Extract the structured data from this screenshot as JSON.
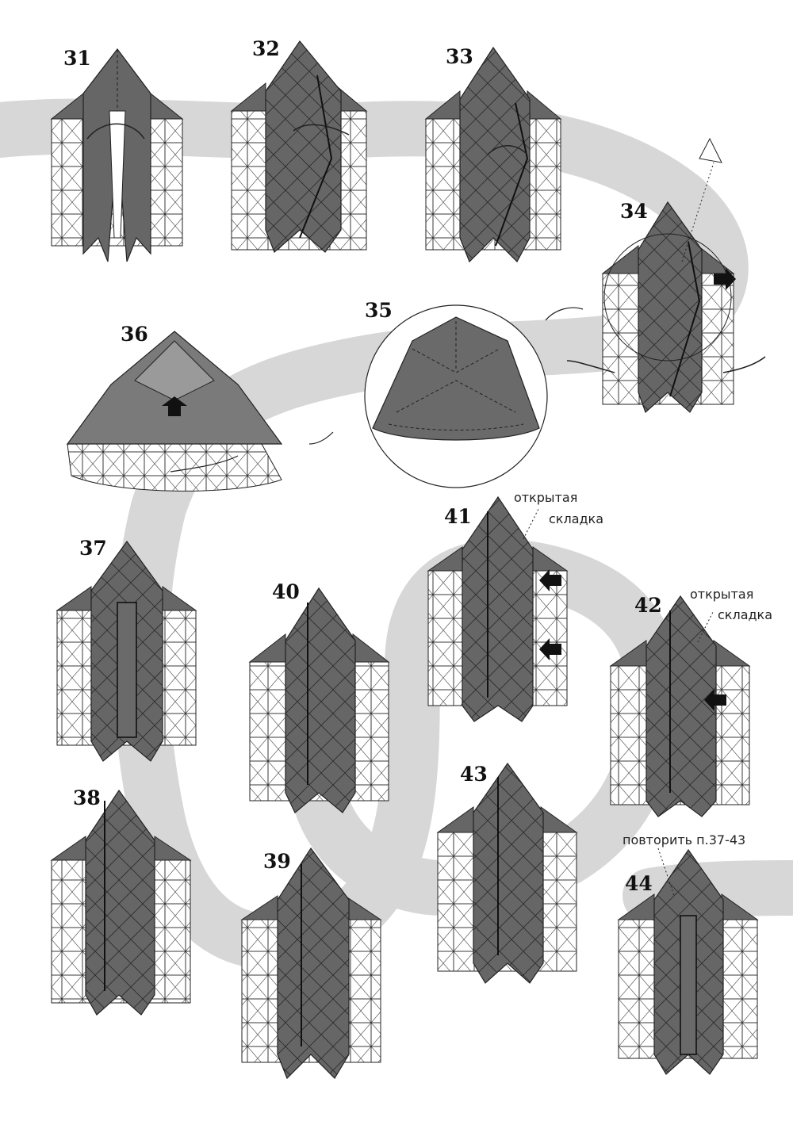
{
  "diagram": {
    "colors": {
      "paper_dark": "#666666",
      "paper_white": "#ffffff",
      "line": "#1a1a1a",
      "background_swirl": "#d7d7d7"
    },
    "steps": [
      {
        "number": "31"
      },
      {
        "number": "32"
      },
      {
        "number": "33"
      },
      {
        "number": "34"
      },
      {
        "number": "35"
      },
      {
        "number": "36"
      },
      {
        "number": "37"
      },
      {
        "number": "38"
      },
      {
        "number": "39"
      },
      {
        "number": "40"
      },
      {
        "number": "41"
      },
      {
        "number": "42"
      },
      {
        "number": "43"
      },
      {
        "number": "44"
      }
    ],
    "notes": {
      "open_fold_41_line1": "открытая",
      "open_fold_41_line2": "складка",
      "open_fold_42_line1": "открытая",
      "open_fold_42_line2": "складка",
      "repeat_44": "повторить п.37-43"
    }
  }
}
